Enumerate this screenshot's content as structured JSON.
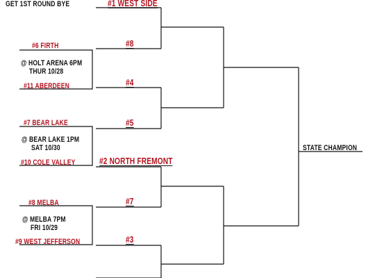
{
  "header_note": {
    "line1": "GET 1ST ROUND BYE"
  },
  "seeds": {
    "s1": "#1 WEST SIDE",
    "s8": "#8",
    "s4": "#4",
    "s5": "#5",
    "s2": "#2 NORTH FREMONT",
    "s7": "#7",
    "s3": "#3"
  },
  "games": [
    {
      "top": "#6 FIRTH",
      "venue": "@ HOLT ARENA 6PM",
      "date": "THUR 10/28",
      "bottom": "#11 ABERDEEN"
    },
    {
      "top": "#7 BEAR LAKE",
      "venue": "@ BEAR LAKE 1PM",
      "date": "SAT 10/30",
      "bottom": "#10 COLE VALLEY"
    },
    {
      "top": "#8 MELBA",
      "venue": "@ MELBA 7PM",
      "date": "FRI 10/29",
      "bottom": "#9 WEST JEFFERSON"
    }
  ],
  "champion_label": "STATE CHAMPION",
  "colors": {
    "team_red": "#b3121f",
    "line": "#111111"
  }
}
